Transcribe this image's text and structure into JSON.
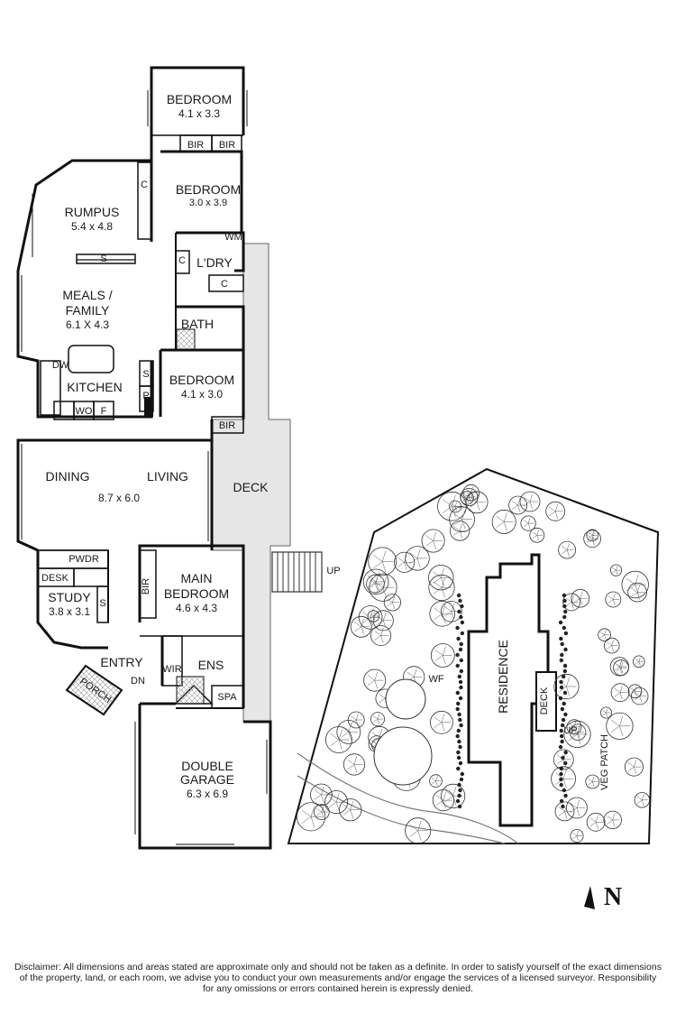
{
  "rooms": {
    "bedroom_top": {
      "name": "BEDROOM",
      "dim": "4.1 x 3.3"
    },
    "bedroom_mid": {
      "name": "BEDROOM",
      "dim": "3.0 x 3.9"
    },
    "rumpus": {
      "name": "RUMPUS",
      "dim": "5.4 x 4.8"
    },
    "meals": {
      "name1": "MEALS /",
      "name2": "FAMILY",
      "dim": "6.1 X 4.3"
    },
    "kitchen": {
      "name": "KITCHEN"
    },
    "bedroom_low": {
      "name": "BEDROOM",
      "dim": "4.1 x 3.0"
    },
    "dining": {
      "name": "DINING"
    },
    "living": {
      "name": "LIVING",
      "dim": "8.7 x 6.0"
    },
    "deck": {
      "name": "DECK"
    },
    "study": {
      "name": "STUDY",
      "dim": "3.8 x 3.1"
    },
    "main_bedroom": {
      "name1": "MAIN",
      "name2": "BEDROOM",
      "dim": "4.6 x 4.3"
    },
    "garage": {
      "name1": "DOUBLE",
      "name2": "GARAGE",
      "dim": "6.3 x 6.9"
    }
  },
  "fixtures": {
    "bir": "BIR",
    "c": "C",
    "s": "S",
    "p": "P",
    "wm": "WM",
    "laundry": "L'DRY",
    "bath": "BATH",
    "dw": "DW",
    "wo": "WO",
    "f": "F",
    "pwdr": "PWDR",
    "desk": "DESK",
    "entry": "ENTRY",
    "porch": "PORCH",
    "dn": "DN",
    "wir": "WIR",
    "ens": "ENS",
    "spa": "SPA",
    "up": "UP"
  },
  "site": {
    "residence": "RESIDENCE",
    "deck": "DECK",
    "wf": "WF",
    "up": "UP",
    "veg_patch": "VEG PATCH"
  },
  "north_label": "N",
  "disclaimer": [
    "Disclaimer: All dimensions and areas stated are approximate only and should not be taken as a definite. In order to satisfy yourself of the exact dimensions",
    "of the property, land, or each room, we advise you to conduct your own measurements and/or engage the services of a licensed surveyor. Responsibility",
    "for any omissions or errors contained herein is expressly denied."
  ]
}
